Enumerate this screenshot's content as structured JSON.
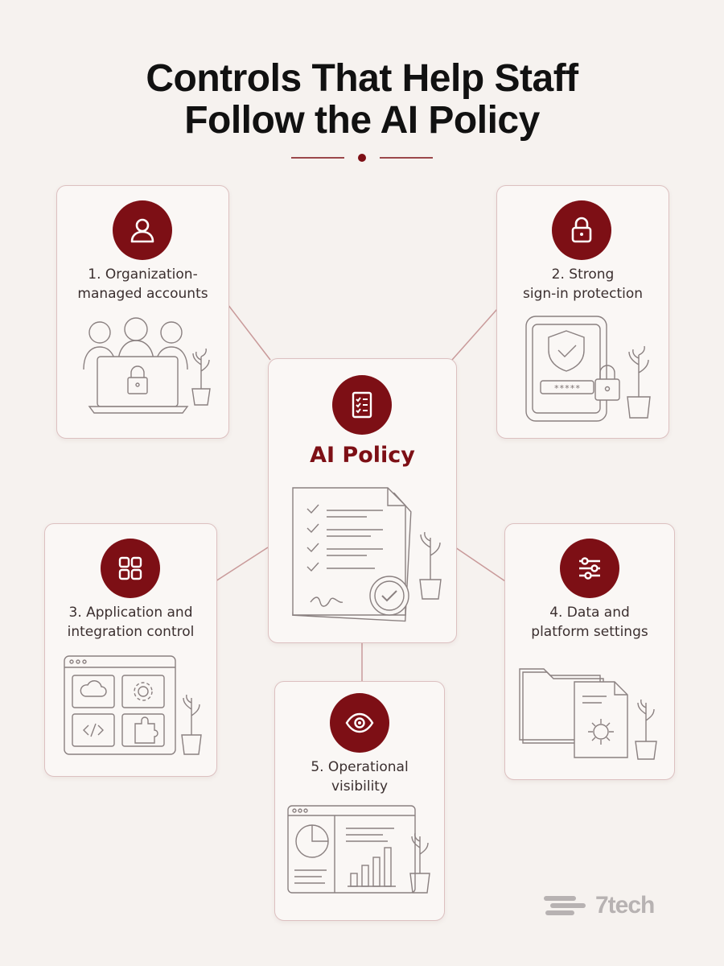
{
  "title": {
    "line1": "Controls That Help Staff",
    "line2": "Follow the AI Policy"
  },
  "center": {
    "label": "AI Policy",
    "icon": "checklist-document-icon"
  },
  "cards": [
    {
      "line1": "1. Organization-",
      "line2": "managed accounts",
      "icon": "user-icon"
    },
    {
      "line1": "2. Strong",
      "line2": "sign-in protection",
      "icon": "lock-icon",
      "password_mask": "*****"
    },
    {
      "line1": "3. Application and",
      "line2": "integration control",
      "icon": "app-grid-icon"
    },
    {
      "line1": "4. Data and",
      "line2": "platform settings",
      "icon": "sliders-icon"
    },
    {
      "line1": "5. Operational",
      "line2": "visibility",
      "icon": "eye-icon"
    }
  ],
  "brand": {
    "name": "7tech",
    "accent": "#7d0f15"
  },
  "colors": {
    "accent": "#7d0f15",
    "card_border": "#dcc0c0",
    "background": "#f6f2ef"
  }
}
